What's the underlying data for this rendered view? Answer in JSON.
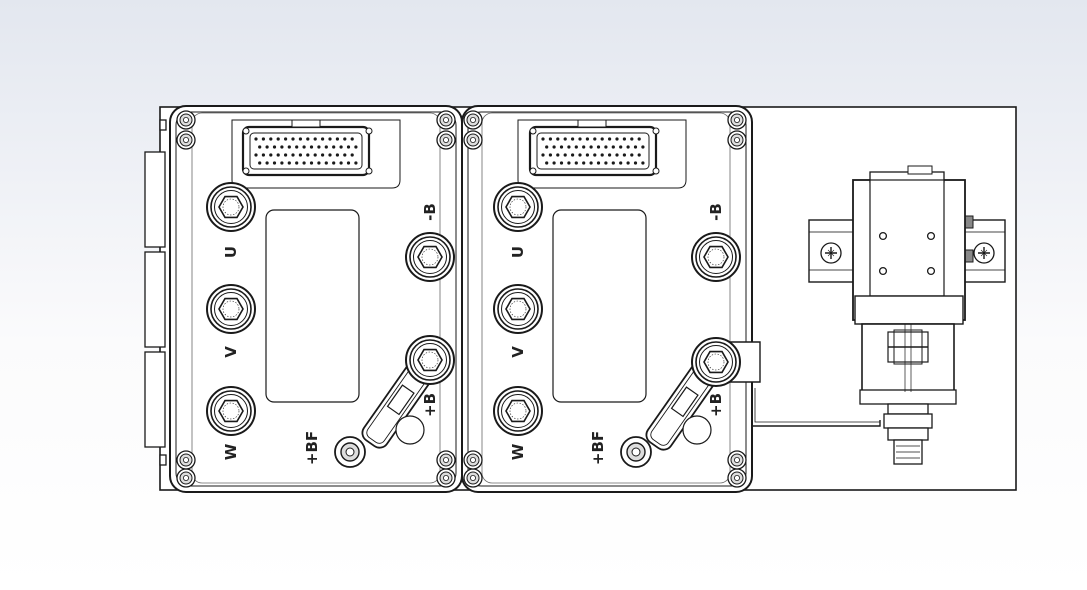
{
  "controllers": [
    {
      "terminals": {
        "u": "U",
        "v": "V",
        "w": "W",
        "neg_b": "-B",
        "pos_b": "+B",
        "pos_bf": "+BF"
      }
    },
    {
      "terminals": {
        "u": "U",
        "v": "V",
        "w": "W",
        "neg_b": "-B",
        "pos_b": "+B",
        "pos_bf": "+BF"
      }
    }
  ],
  "colors": {
    "line": "#1a1a1a",
    "housing": "#ffffff",
    "mounting_plate": "#ffffff",
    "shadow": "#c8c8c8",
    "background_top": "#e3e7ef",
    "background_bottom": "#ffffff"
  },
  "icons": [
    "hex-bolt-icon",
    "phillips-screw-icon",
    "connector-pin-icon"
  ]
}
